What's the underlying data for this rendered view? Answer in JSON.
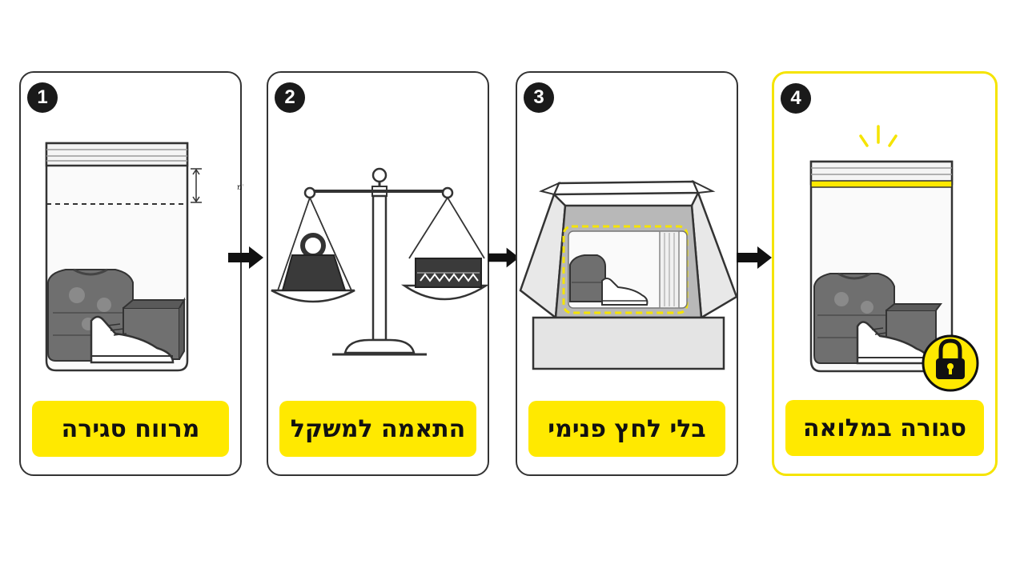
{
  "steps": [
    {
      "number": "1",
      "label": "מרווח סגירה",
      "measure": "2-3 ס\"מ"
    },
    {
      "number": "2",
      "label": "התאמה למשקל"
    },
    {
      "number": "3",
      "label": "בלי לחץ פנימי"
    },
    {
      "number": "4",
      "label": "סגורה במלואה"
    }
  ],
  "colors": {
    "accent": "#ffe900",
    "ink": "#1a1a1a",
    "highlight_border": "#f5e400"
  },
  "icons": [
    "bag-icon",
    "sweater-icon",
    "sneaker-icon",
    "box-icon",
    "scale-icon",
    "weight-icon",
    "lock-icon",
    "arrow-right-icon"
  ]
}
